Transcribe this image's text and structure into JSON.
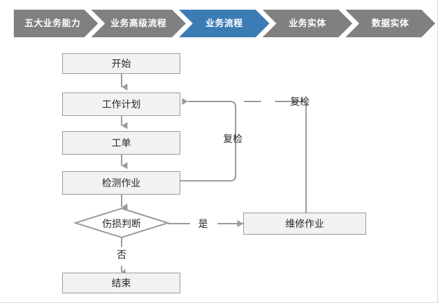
{
  "breadcrumb": {
    "active_color": "#3c7cb5",
    "inactive_color": "#808080",
    "items": [
      {
        "label": "五大业务能力",
        "active": false
      },
      {
        "label": "业务高级流程",
        "active": false
      },
      {
        "label": "业务流程",
        "active": true
      },
      {
        "label": "业务实体",
        "active": false
      },
      {
        "label": "数据实体",
        "active": false
      }
    ]
  },
  "flowchart": {
    "type": "flowchart",
    "node_fill": "#f2f2f2",
    "node_border": "#9a9a9a",
    "connector_color": "#9a9a9a",
    "nodes": [
      {
        "id": "start",
        "label": "开始",
        "shape": "rect"
      },
      {
        "id": "plan",
        "label": "工作计划",
        "shape": "rect"
      },
      {
        "id": "order",
        "label": "工单",
        "shape": "rect"
      },
      {
        "id": "inspect",
        "label": "检测作业",
        "shape": "rect"
      },
      {
        "id": "decide",
        "label": "伤损判断",
        "shape": "diamond"
      },
      {
        "id": "repair",
        "label": "维修作业",
        "shape": "rect"
      },
      {
        "id": "end",
        "label": "结束",
        "shape": "rect"
      }
    ],
    "edges": [
      {
        "from": "start",
        "to": "plan",
        "label": ""
      },
      {
        "from": "plan",
        "to": "order",
        "label": ""
      },
      {
        "from": "order",
        "to": "inspect",
        "label": ""
      },
      {
        "from": "inspect",
        "to": "decide",
        "label": ""
      },
      {
        "from": "inspect",
        "to": "plan",
        "label": "复检"
      },
      {
        "from": "repair",
        "to": "plan",
        "label": "复检"
      },
      {
        "from": "decide",
        "to": "repair",
        "label": "是"
      },
      {
        "from": "decide",
        "to": "end",
        "label": "否"
      }
    ],
    "labels": {
      "recheck_inner": "复检",
      "recheck_outer": "复检",
      "yes": "是",
      "no": "否"
    }
  }
}
